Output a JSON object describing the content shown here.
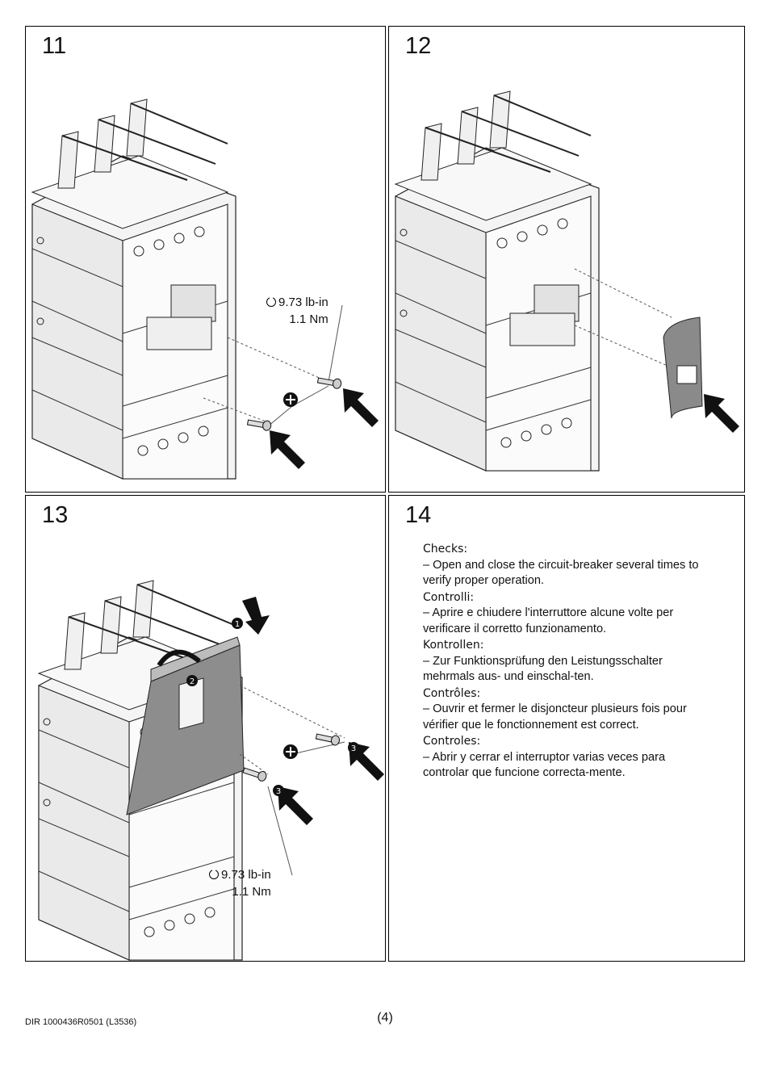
{
  "panels": [
    {
      "number": "11",
      "torque_lbin": "9.73 lb-in",
      "torque_nm": "1.1 Nm"
    },
    {
      "number": "12"
    },
    {
      "number": "13",
      "torque_lbin": "9.73 lb-in",
      "torque_nm": "1.1 Nm",
      "step_markers": [
        "1",
        "2",
        "3",
        "3"
      ]
    },
    {
      "number": "14"
    }
  ],
  "checks": [
    {
      "heading": "Checks:",
      "body": "– Open and close the circuit-breaker several times to verify proper operation."
    },
    {
      "heading": "Controlli:",
      "body": "– Aprire e chiudere l'interruttore alcune volte per verificare il corretto funzionamento."
    },
    {
      "heading": "Kontrollen:",
      "body": "– Zur Funktionsprüfung den Leistungsschalter mehrmals aus- und einschal-ten."
    },
    {
      "heading": "Contrôles:",
      "body": "– Ouvrir et fermer le disjoncteur plusieurs fois pour vérifier que le fonctionnement est correct."
    },
    {
      "heading": "Controles:",
      "body": "– Abrir y cerrar el interruptor varias veces para controlar que funcione correcta-mente."
    }
  ],
  "footer": {
    "doc_code": "DIR 1000436R0501 (L3536)",
    "page": "(4)"
  },
  "icons": [
    "torque-icon",
    "phillips-screwdriver-icon",
    "push-arrow-icon",
    "rotate-arrow-icon"
  ]
}
